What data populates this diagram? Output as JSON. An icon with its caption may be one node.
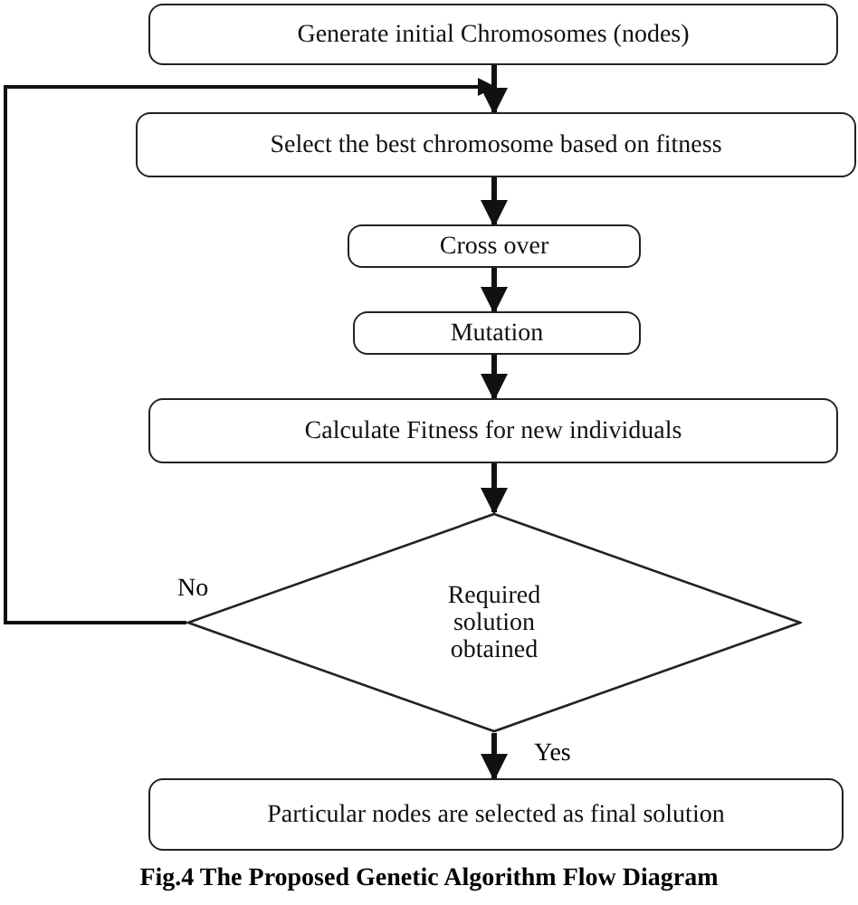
{
  "diagram": {
    "caption": "Fig.4 The Proposed Genetic Algorithm Flow Diagram",
    "nodes": [
      {
        "text": [
          "Generate initial Chromosomes (nodes)"
        ]
      },
      {
        "text": [
          "Select the best chromosome based on fitness"
        ]
      },
      {
        "text": [
          "Cross over"
        ]
      },
      {
        "text": [
          "Mutation"
        ]
      },
      {
        "text": [
          "Calculate Fitness for new individuals"
        ]
      },
      {
        "text": [
          "Required solution obtained"
        ]
      },
      {
        "text": [
          "Particular nodes are selected as final solution"
        ]
      }
    ],
    "edges": [
      {
        "from": 0,
        "to": 1,
        "arrow": "to"
      },
      {
        "from": 1,
        "to": 2,
        "arrow": "to"
      },
      {
        "from": 2,
        "to": 3,
        "arrow": "to"
      },
      {
        "from": 3,
        "to": 4,
        "arrow": "to"
      },
      {
        "from": 4,
        "to": 5,
        "arrow": "to"
      },
      {
        "from": 5,
        "to": 6,
        "arrow": "to",
        "label": "Yes"
      },
      {
        "from": 5,
        "to": 1,
        "arrow": "to",
        "label": "No"
      }
    ]
  }
}
